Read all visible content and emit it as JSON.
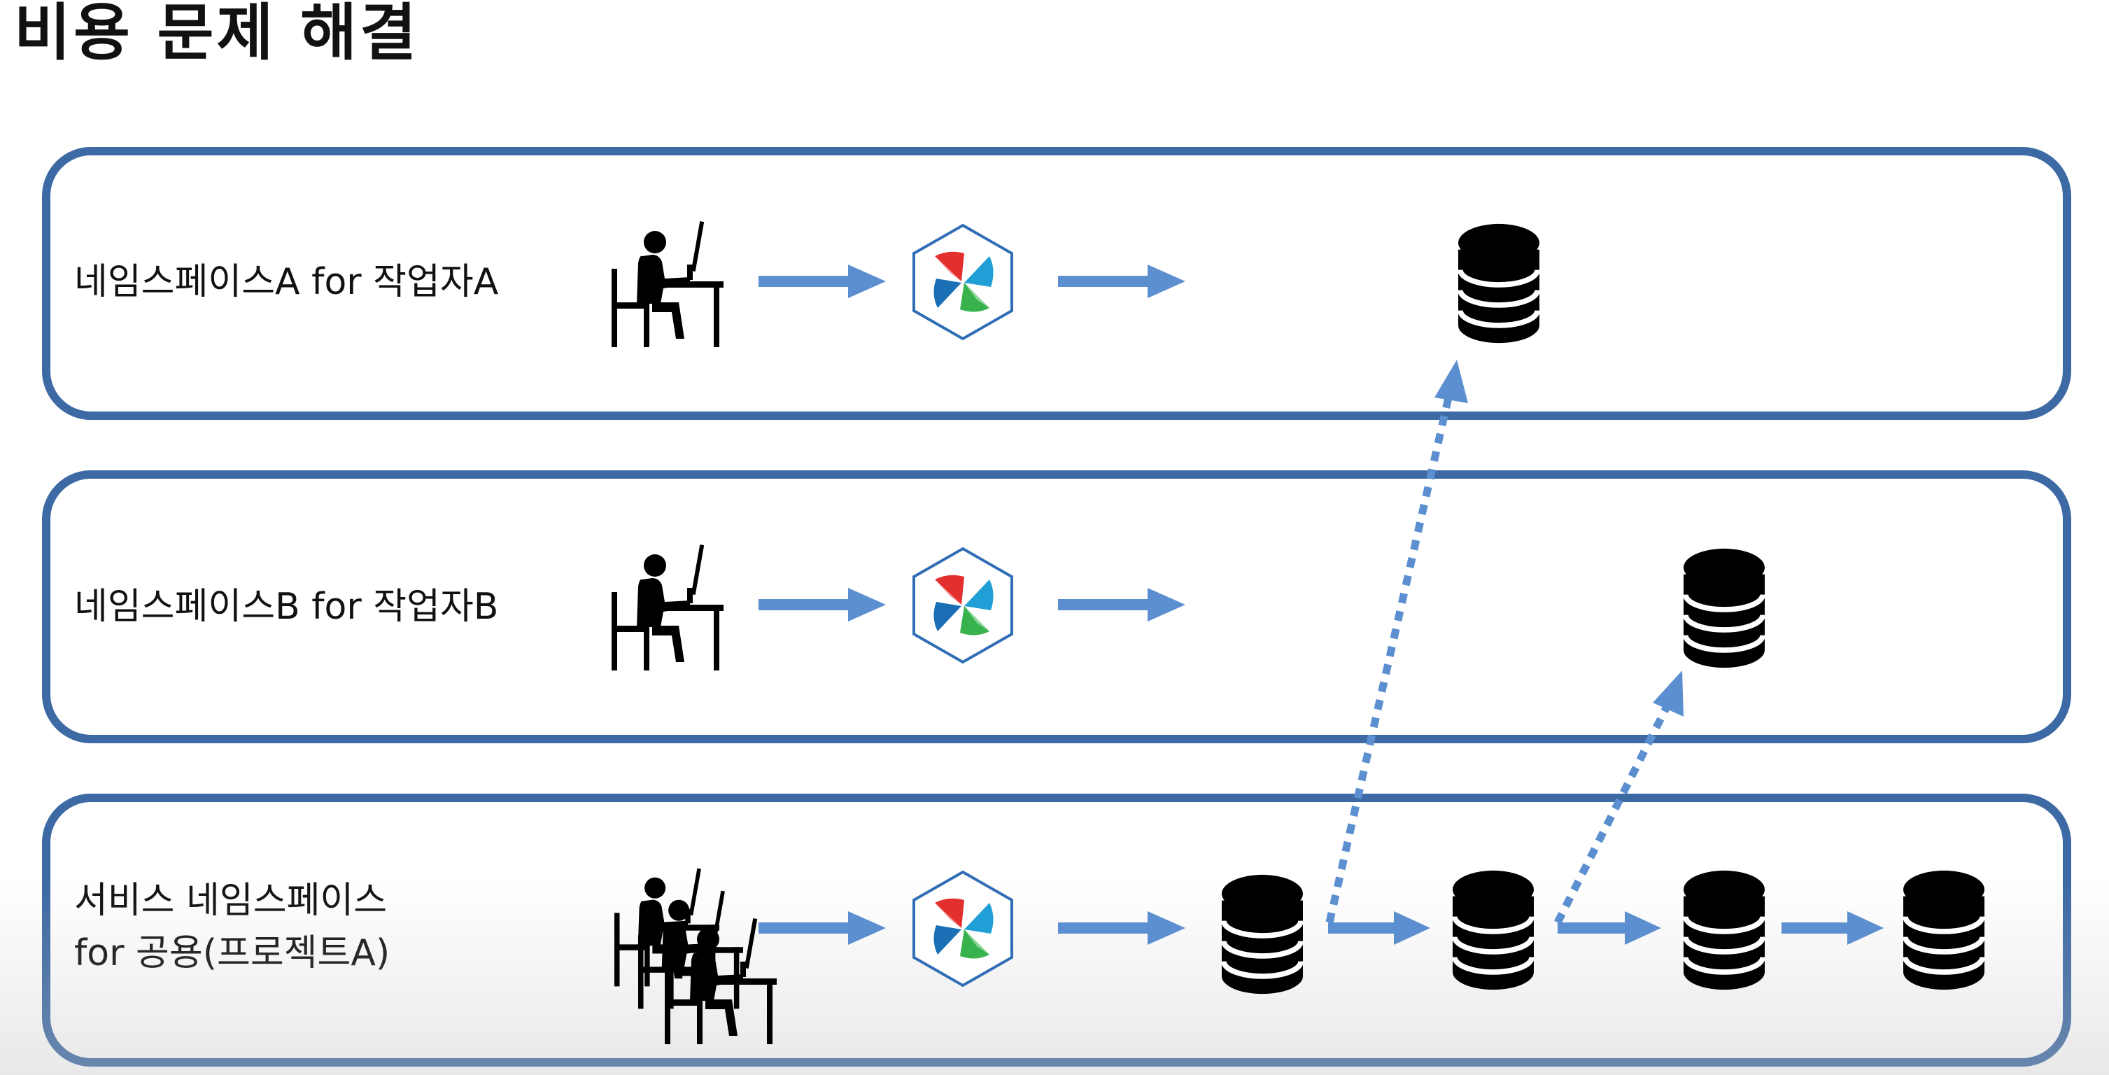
{
  "title": "비용 문제 해결",
  "lanes": [
    {
      "label": "네임스페이스A for 작업자A"
    },
    {
      "label": "네임스페이스B for 작업자B"
    },
    {
      "label_line1": "서비스 네임스페이스",
      "label_line2": "for 공용(프로젝트A)"
    }
  ],
  "colors": {
    "lane_border": "#3d6aa4",
    "arrow": "#5b8fd0",
    "icon": "#000000"
  },
  "icons": [
    "worker-at-desk-icon",
    "airflow-pinwheel-icon",
    "database-icon"
  ]
}
